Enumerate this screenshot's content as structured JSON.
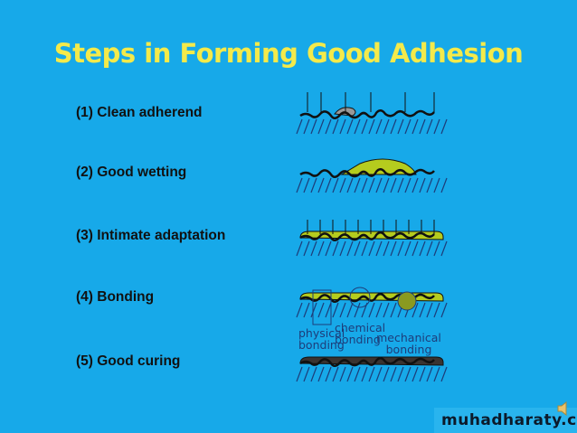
{
  "title": "Steps in Forming Good Adhesion",
  "steps": [
    {
      "label": "(1)  Clean adherend",
      "layer": "clean"
    },
    {
      "label": "(2)   Good wetting",
      "layer": "wetting"
    },
    {
      "label": "(3)  Intimate adaptation",
      "layer": "adapt"
    },
    {
      "label": "(4)   Bonding",
      "layer": "bond"
    },
    {
      "label": "(5)   Good curing",
      "layer": "cure"
    }
  ],
  "bond_labels": {
    "physical": "physical bonding",
    "chemical": "chemical bonding",
    "mechanical": "mechanical bonding"
  },
  "watermark": "muhadharaty.com",
  "colors": {
    "background": "#17a9e9",
    "title": "#f4ea4a",
    "adhesive": "#b5cc1e",
    "cured": "#3a3330"
  }
}
